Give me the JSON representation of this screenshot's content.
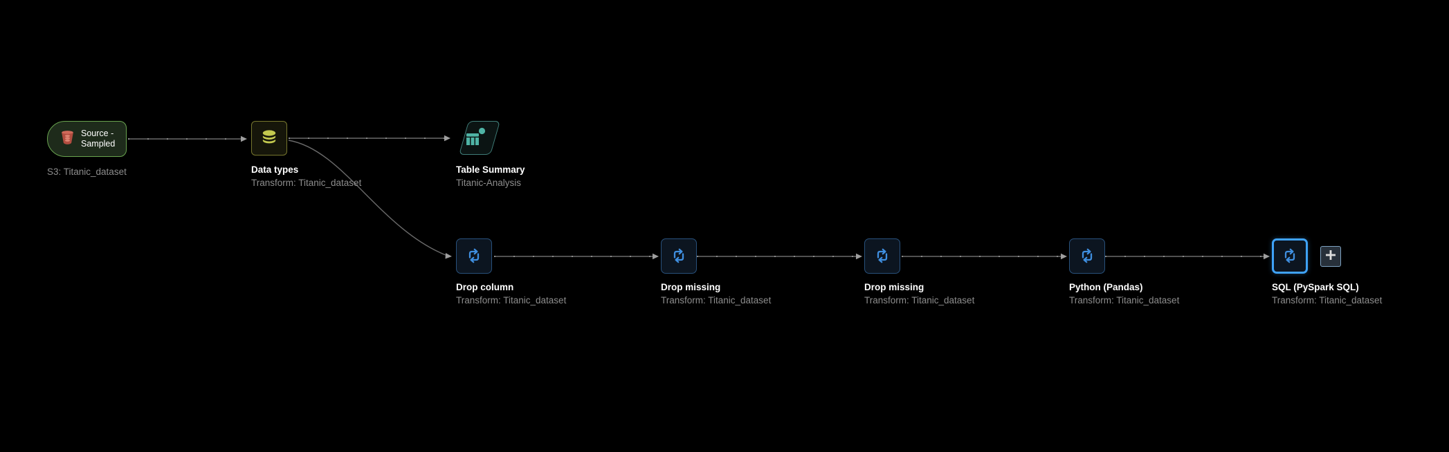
{
  "colors": {
    "background": "#000000",
    "source_border": "#69a44f",
    "source_fill": "#1e2b1b",
    "s3_icon_red": "#c2574b",
    "datatypes_border": "#77772e",
    "datatypes_fill": "#16160a",
    "datatypes_icon": "#c3c94f",
    "analysis_border": "#3f7d78",
    "analysis_fill": "#0b1413",
    "analysis_icon": "#4fb3a5",
    "transform_border": "#28517c",
    "transform_fill": "#0c1520",
    "transform_icon": "#3f8fe0",
    "selected_border": "#3fa2f7",
    "edge_color": "#6a6a6a",
    "title_text": "#ffffff",
    "subtitle_text": "#8d8d8d"
  },
  "nodes": {
    "source": {
      "button_label": "Source - Sampled",
      "caption": "S3: Titanic_dataset",
      "icon": "s3-bucket-icon"
    },
    "data_types": {
      "title": "Data types",
      "subtitle": "Transform: Titanic_dataset",
      "icon": "database-icon"
    },
    "table_summary": {
      "title": "Table Summary",
      "subtitle": "Titanic-Analysis",
      "icon": "table-chart-icon"
    },
    "drop_column": {
      "title": "Drop column",
      "subtitle": "Transform: Titanic_dataset",
      "icon": "transform-loop-icon"
    },
    "drop_missing_1": {
      "title": "Drop missing",
      "subtitle": "Transform: Titanic_dataset",
      "icon": "transform-loop-icon"
    },
    "drop_missing_2": {
      "title": "Drop missing",
      "subtitle": "Transform: Titanic_dataset",
      "icon": "transform-loop-icon"
    },
    "python_pandas": {
      "title": "Python (Pandas)",
      "subtitle": "Transform: Titanic_dataset",
      "icon": "transform-loop-icon"
    },
    "sql_pyspark": {
      "title": "SQL (PySpark SQL)",
      "subtitle": "Transform: Titanic_dataset",
      "icon": "transform-loop-icon",
      "selected": true
    },
    "add_step": {
      "icon": "plus-icon"
    }
  }
}
